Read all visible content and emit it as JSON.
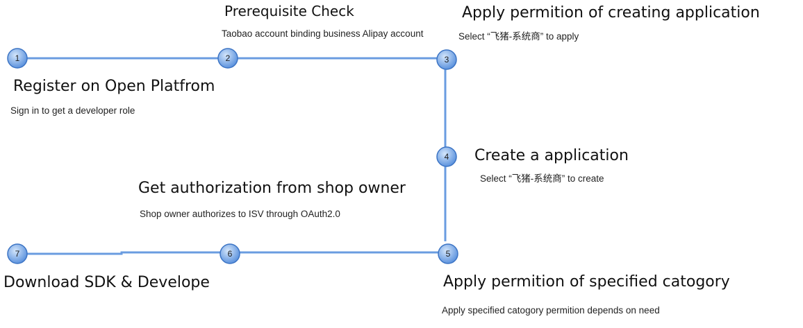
{
  "colors": {
    "connector": "#6a9ce0",
    "node_fill_light": "#d4e6fb",
    "node_fill_dark": "#4a86d9",
    "node_stroke": "#3c74c4"
  },
  "steps": [
    {
      "number": "1",
      "title": "Register on Open Platfrom",
      "desc": "Sign in to get a developer role"
    },
    {
      "number": "2",
      "title": "Prerequisite Check",
      "desc": "Taobao account binding business Alipay account"
    },
    {
      "number": "3",
      "title": "Apply permition of creating application",
      "desc": "Select “飞猪-系统商” to apply"
    },
    {
      "number": "4",
      "title": "Create a application",
      "desc": "Select “飞猪-系统商” to create"
    },
    {
      "number": "5",
      "title": "Apply permition of specified catogory",
      "desc": "Apply specified catogory permition depends on need"
    },
    {
      "number": "6",
      "title": "Get authorization from shop owner",
      "desc": "Shop owner authorizes to ISV through OAuth2.0"
    },
    {
      "number": "7",
      "title": "Download SDK & Develope",
      "desc": ""
    }
  ]
}
